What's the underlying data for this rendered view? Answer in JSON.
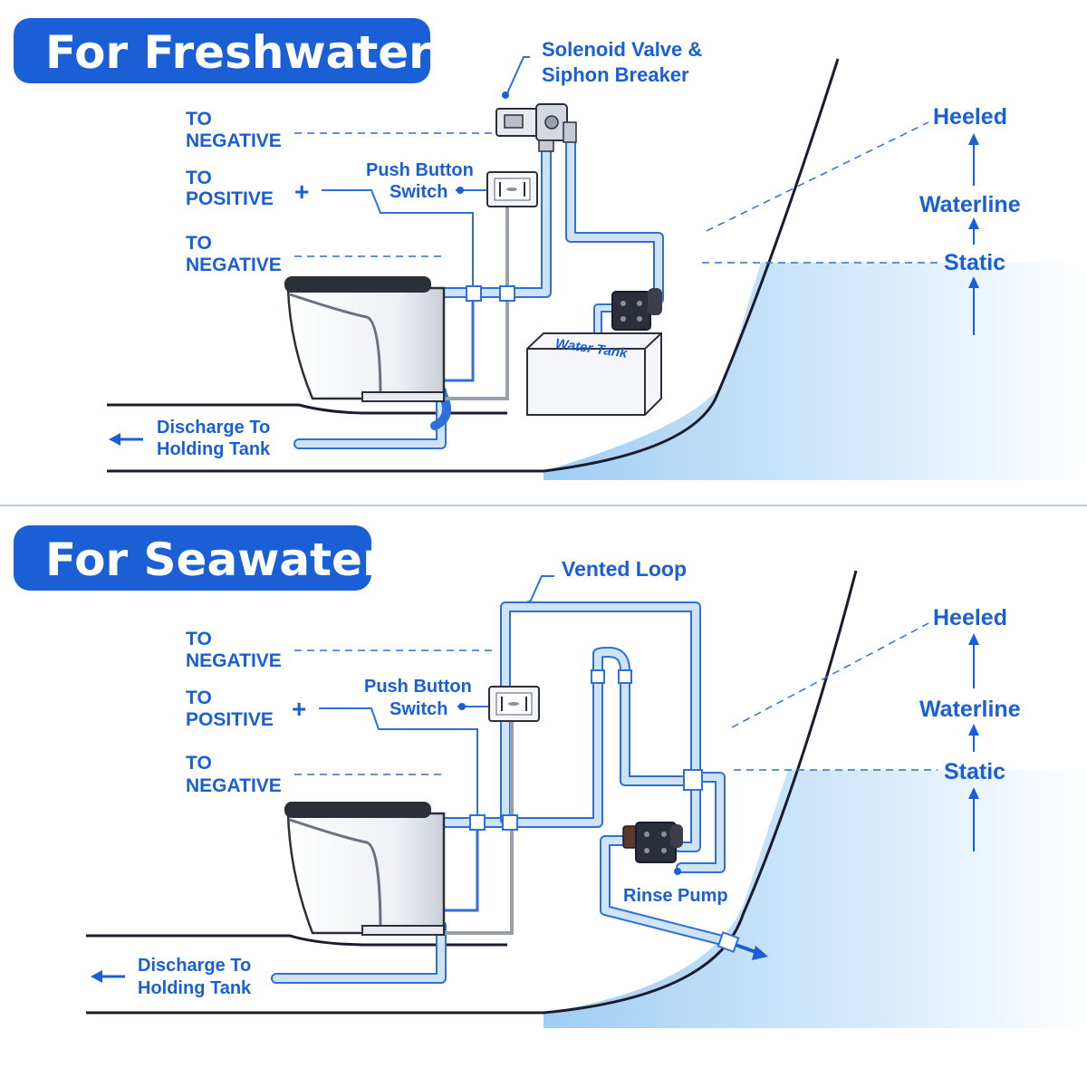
{
  "freshwater": {
    "title": "For Freshwater",
    "solenoid_line1": "Solenoid Valve &",
    "solenoid_line2": "Siphon Breaker",
    "neg1_line1": "TO",
    "neg1_line2": "NEGATIVE",
    "pos_line1": "TO",
    "pos_line2": "POSITIVE",
    "neg2_line1": "TO",
    "neg2_line2": "NEGATIVE",
    "plus_sign": "+",
    "switch_line1": "Push Button",
    "switch_line2": "Switch",
    "water_tank": "Water Tank",
    "discharge_line1": "Discharge To",
    "discharge_line2": "Holding Tank",
    "heeled": "Heeled",
    "waterline": "Waterline",
    "static": "Static"
  },
  "seawater": {
    "title": "For Seawater",
    "vented_loop": "Vented Loop",
    "neg1_line1": "TO",
    "neg1_line2": "NEGATIVE",
    "pos_line1": "TO",
    "pos_line2": "POSITIVE",
    "neg2_line1": "TO",
    "neg2_line2": "NEGATIVE",
    "plus_sign": "+",
    "switch_line1": "Push Button",
    "switch_line2": "Switch",
    "rinse_pump": "Rinse Pump",
    "discharge_line1": "Discharge To",
    "discharge_line2": "Holding Tank",
    "heeled": "Heeled",
    "waterline": "Waterline",
    "static": "Static"
  },
  "colors": {
    "accent": "#1a5fd6",
    "pipe_fill": "#cfe3f7",
    "pipe_stroke": "#2e6fd8",
    "water": "#bfdcf7",
    "hull": "#1b1b2e"
  }
}
